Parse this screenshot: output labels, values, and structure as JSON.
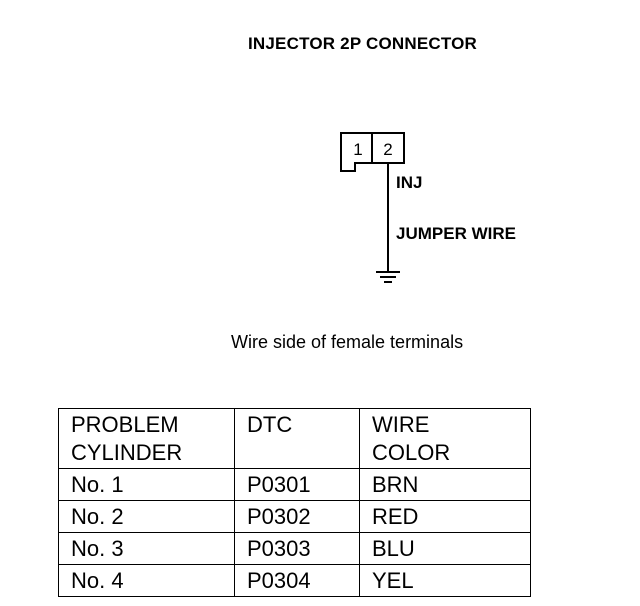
{
  "title": "INJECTOR 2P CONNECTOR",
  "connector": {
    "terminals": [
      "1",
      "2"
    ],
    "inj_label": "INJ",
    "jumper_label": "JUMPER WIRE"
  },
  "caption": "Wire side of female terminals",
  "table": {
    "headers": [
      [
        "PROBLEM",
        "CYLINDER"
      ],
      [
        "DTC"
      ],
      [
        "WIRE",
        "COLOR"
      ]
    ],
    "rows": [
      [
        "No. 1",
        "P0301",
        "BRN"
      ],
      [
        "No. 2",
        "P0302",
        "RED"
      ],
      [
        "No. 3",
        "P0303",
        "BLU"
      ],
      [
        "No. 4",
        "P0304",
        "YEL"
      ]
    ]
  }
}
